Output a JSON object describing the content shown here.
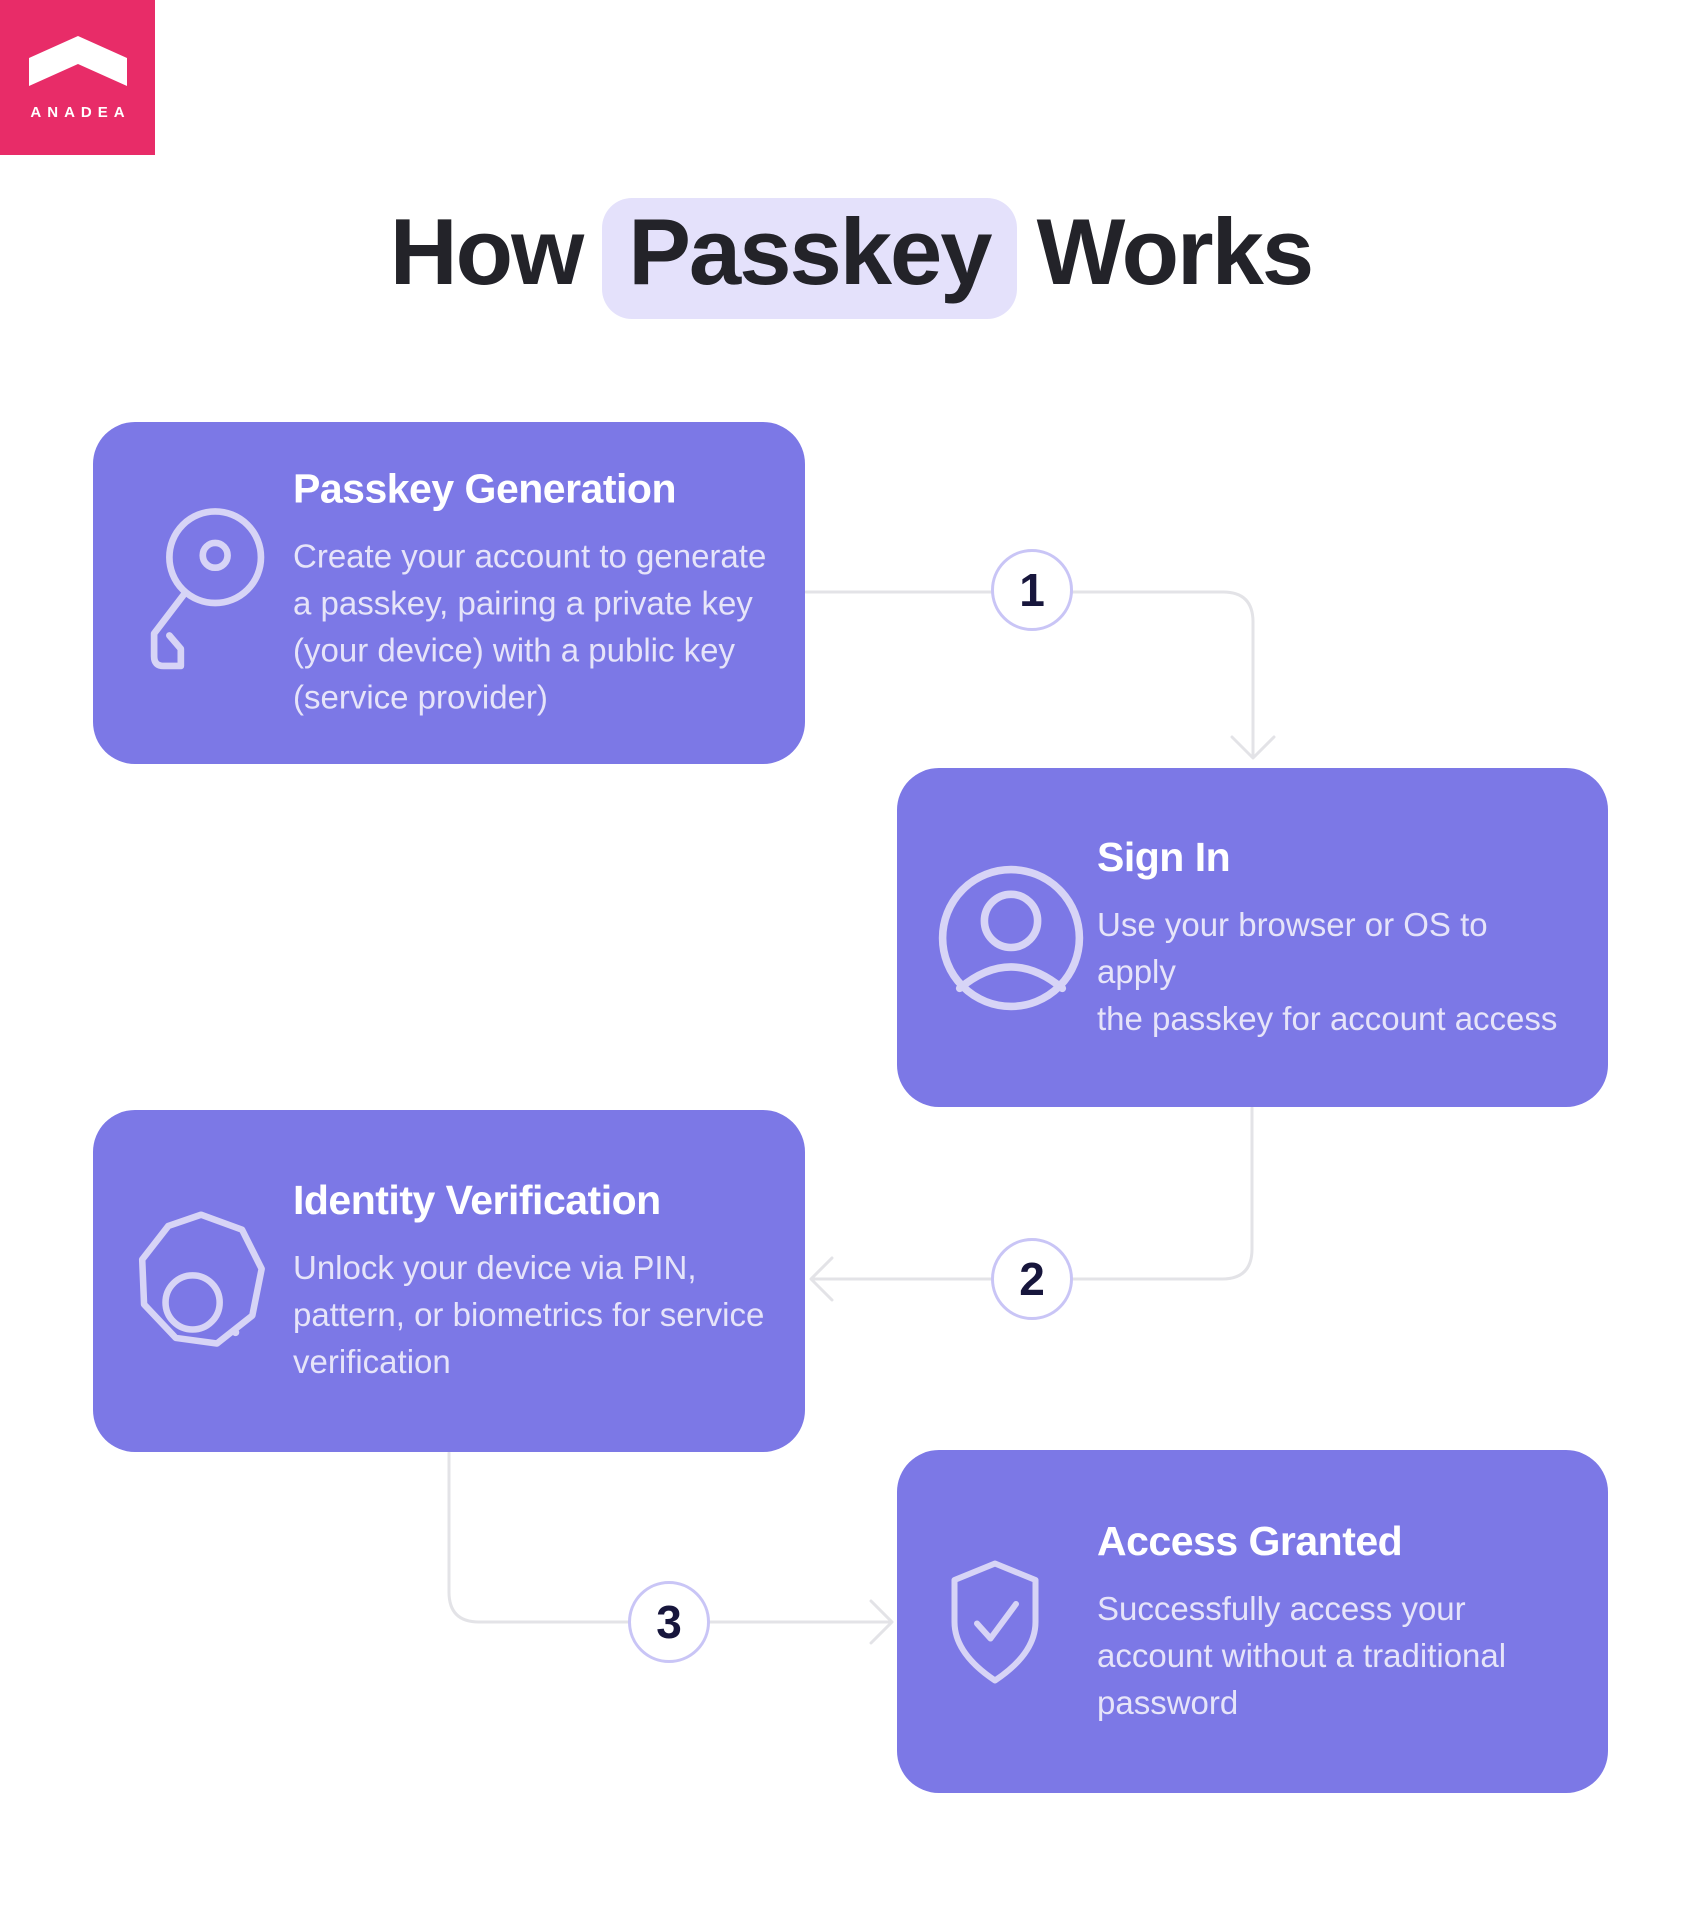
{
  "logo": {
    "brand": "ANADEA",
    "bg_color": "#E82C68"
  },
  "title": {
    "pre": "How",
    "highlight": "Passkey",
    "post": "Works",
    "highlight_bg": "#E4E1FB"
  },
  "steps": [
    {
      "icon": "key-icon",
      "heading": "Passkey Generation",
      "body": "Create your account to generate\na passkey, pairing a private key\n(your device) with a public key\n(service provider)"
    },
    {
      "icon": "user-icon",
      "heading": "Sign In",
      "body": "Use your browser or OS to apply\nthe passkey for account access"
    },
    {
      "icon": "identity-scan-icon",
      "heading": "Identity Verification",
      "body": "Unlock your device via PIN,\npattern, or biometrics for service\nverification"
    },
    {
      "icon": "shield-check-icon",
      "heading": "Access Granted",
      "body": "Successfully access your\naccount without a traditional\npassword"
    }
  ],
  "connectors": [
    {
      "label": "1"
    },
    {
      "label": "2"
    },
    {
      "label": "3"
    }
  ],
  "colors": {
    "card_purple": "#7C78E6",
    "icon_stroke": "#D7D4F6",
    "body_text": "#E6E4F9",
    "line_gray": "#E3E3E7",
    "circle_border": "#C9C5F6",
    "number_navy": "#17163C",
    "title_text": "#232329",
    "logo_pink": "#E82C68"
  }
}
